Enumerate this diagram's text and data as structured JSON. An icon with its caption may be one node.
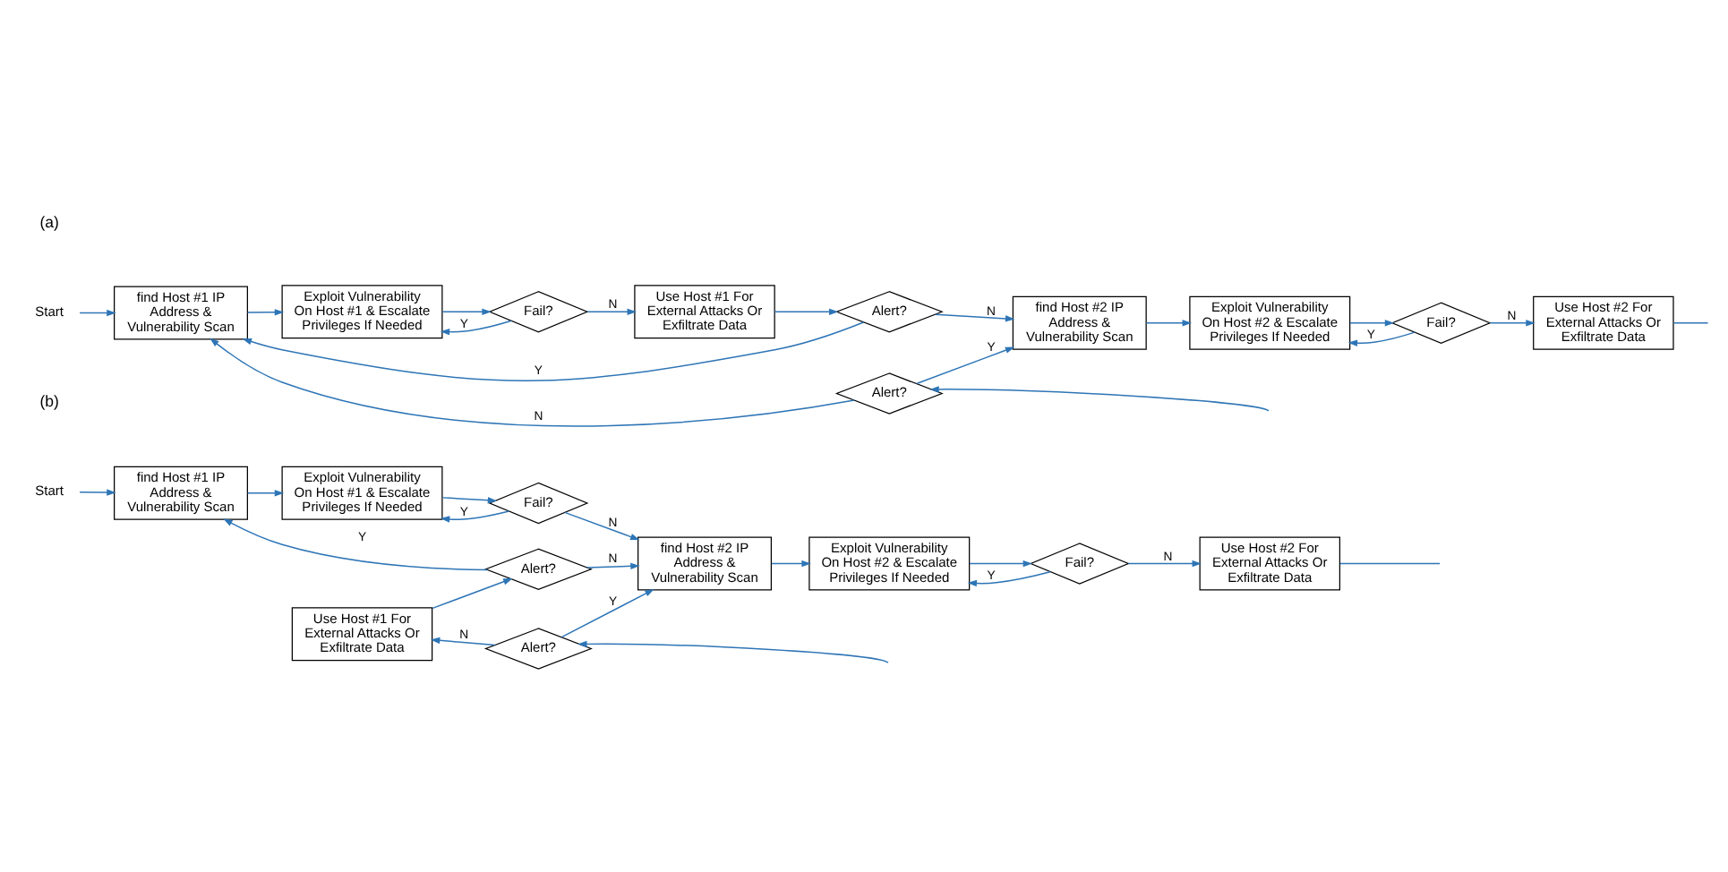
{
  "diagram": {
    "nodes": [
      {
        "text": [
          "Start"
        ]
      },
      {
        "text": [
          "find Host #1 IP Address & Vulnerability Scan"
        ]
      },
      {
        "text": [
          "Exploit Vulnerability On Host #1 & Escalate Privileges If Needed"
        ]
      },
      {
        "text": [
          "Fail?"
        ]
      },
      {
        "text": [
          "Use Host #1 For External Attacks Or Exfiltrate Data"
        ]
      },
      {
        "text": [
          "Alert?"
        ]
      },
      {
        "text": [
          "Alert?"
        ]
      },
      {
        "text": [
          "find Host #2 IP Address & Vulnerability Scan"
        ]
      },
      {
        "text": [
          "Exploit Vulnerability On Host #2 & Escalate Privileges If Needed"
        ]
      },
      {
        "text": [
          "Fail?"
        ]
      },
      {
        "text": [
          "Use Host #2 For External Attacks Or Exfiltrate Data"
        ]
      },
      {
        "text": [
          "Start"
        ]
      },
      {
        "text": [
          "find Host #1 IP Address & Vulnerability Scan"
        ]
      },
      {
        "text": [
          "Exploit Vulnerability On Host #1 & Escalate Privileges If Needed"
        ]
      },
      {
        "text": [
          "Fail?"
        ]
      },
      {
        "text": [
          "Use Host #1 For External Attacks Or Exfiltrate Data"
        ]
      },
      {
        "text": [
          "Alert?"
        ]
      },
      {
        "text": [
          "Alert?"
        ]
      },
      {
        "text": [
          "find Host #2 IP Address & Vulnerability Scan"
        ]
      },
      {
        "text": [
          "Exploit Vulnerability On Host #2 & Escalate Privileges If Needed"
        ]
      },
      {
        "text": [
          "Fail?"
        ]
      },
      {
        "text": [
          "Use Host #2 For External Attacks Or Exfiltrate Data"
        ]
      }
    ],
    "edges": [
      {
        "from": 0,
        "to": 1,
        "arrow": "to"
      },
      {
        "from": 1,
        "to": 2,
        "arrow": "to"
      },
      {
        "from": 2,
        "to": 3,
        "arrow": "to"
      },
      {
        "from": 3,
        "to": 2,
        "arrow": "to",
        "label": "Y"
      },
      {
        "from": 3,
        "to": 4,
        "arrow": "to",
        "label": "N"
      },
      {
        "from": 4,
        "to": 5,
        "arrow": "to"
      },
      {
        "from": 5,
        "to": 1,
        "arrow": "to",
        "label": "Y"
      },
      {
        "from": 5,
        "to": 7,
        "arrow": "to",
        "label": "N"
      },
      {
        "from": 6,
        "to": 1,
        "arrow": "to",
        "label": "N"
      },
      {
        "from": 6,
        "to": 7,
        "arrow": "to",
        "label": "Y"
      },
      {
        "from": 7,
        "to": 8,
        "arrow": "to"
      },
      {
        "from": 8,
        "to": 9,
        "arrow": "to"
      },
      {
        "from": 9,
        "to": 8,
        "arrow": "to",
        "label": "Y"
      },
      {
        "from": 9,
        "to": 10,
        "arrow": "to",
        "label": "N"
      },
      {
        "from": 10,
        "to": null,
        "arrow": "none"
      },
      {
        "from": null,
        "to": 6,
        "arrow": "to"
      },
      {
        "from": 11,
        "to": 12,
        "arrow": "to"
      },
      {
        "from": 12,
        "to": 13,
        "arrow": "to"
      },
      {
        "from": 13,
        "to": 14,
        "arrow": "to"
      },
      {
        "from": 14,
        "to": 13,
        "arrow": "to",
        "label": "Y"
      },
      {
        "from": 14,
        "to": 18,
        "arrow": "to",
        "label": "N"
      },
      {
        "from": 15,
        "to": 16,
        "arrow": "to"
      },
      {
        "from": 16,
        "to": 12,
        "arrow": "to",
        "label": "Y"
      },
      {
        "from": 16,
        "to": 18,
        "arrow": "to",
        "label": "N"
      },
      {
        "from": 17,
        "to": 15,
        "arrow": "to",
        "label": "N"
      },
      {
        "from": 17,
        "to": 18,
        "arrow": "to",
        "label": "Y"
      },
      {
        "from": 18,
        "to": 19,
        "arrow": "to"
      },
      {
        "from": 19,
        "to": 20,
        "arrow": "to"
      },
      {
        "from": 20,
        "to": 19,
        "arrow": "to",
        "label": "Y"
      },
      {
        "from": 20,
        "to": 21,
        "arrow": "to",
        "label": "N"
      },
      {
        "from": 21,
        "to": null,
        "arrow": "none"
      },
      {
        "from": null,
        "to": 17,
        "arrow": "to"
      }
    ],
    "labels": [
      "(a)",
      "(b)"
    ]
  }
}
